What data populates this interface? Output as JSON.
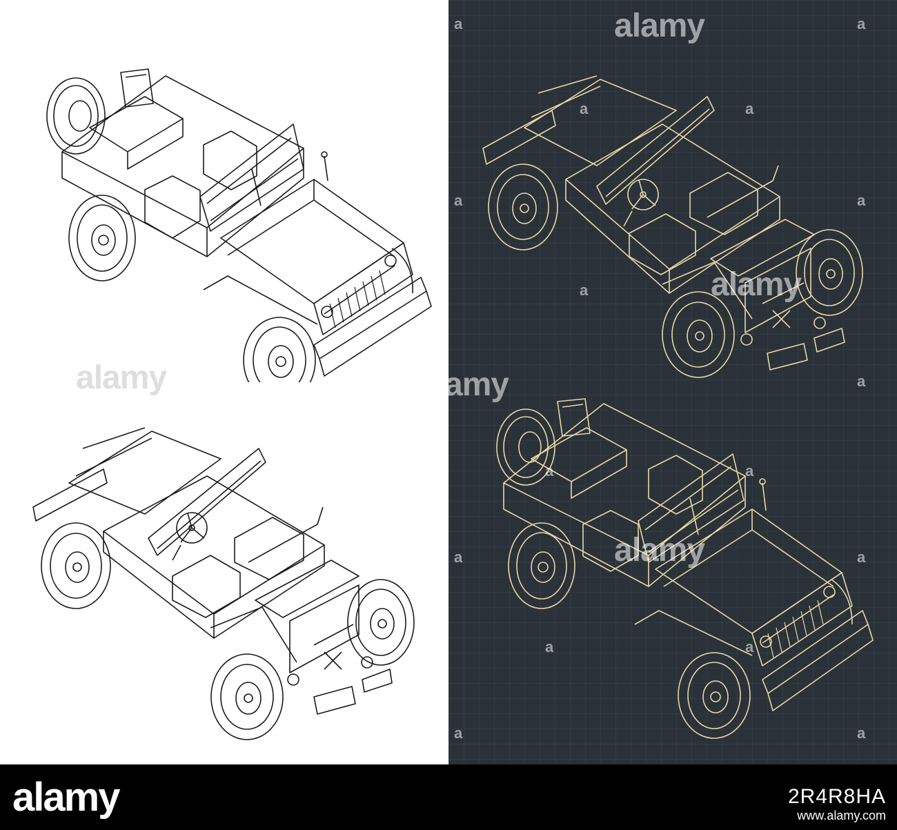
{
  "watermark": {
    "brand": "alamy",
    "mark": "a"
  },
  "footer": {
    "logo": "alamy",
    "image_id": "2R4R8HA",
    "url": "www.alamy.com"
  },
  "colors": {
    "left_background": "#ffffff",
    "left_linework": "#1a1a1a",
    "right_background": "#2b3138",
    "right_linework": "#e8d9a8",
    "footer_background": "#000000",
    "footer_text": "#ffffff"
  },
  "drawings": [
    {
      "panel": "left",
      "view": "front-left isometric"
    },
    {
      "panel": "left",
      "view": "rear-left isometric"
    },
    {
      "panel": "right",
      "view": "rear-left isometric"
    },
    {
      "panel": "right",
      "view": "front-left isometric"
    }
  ]
}
